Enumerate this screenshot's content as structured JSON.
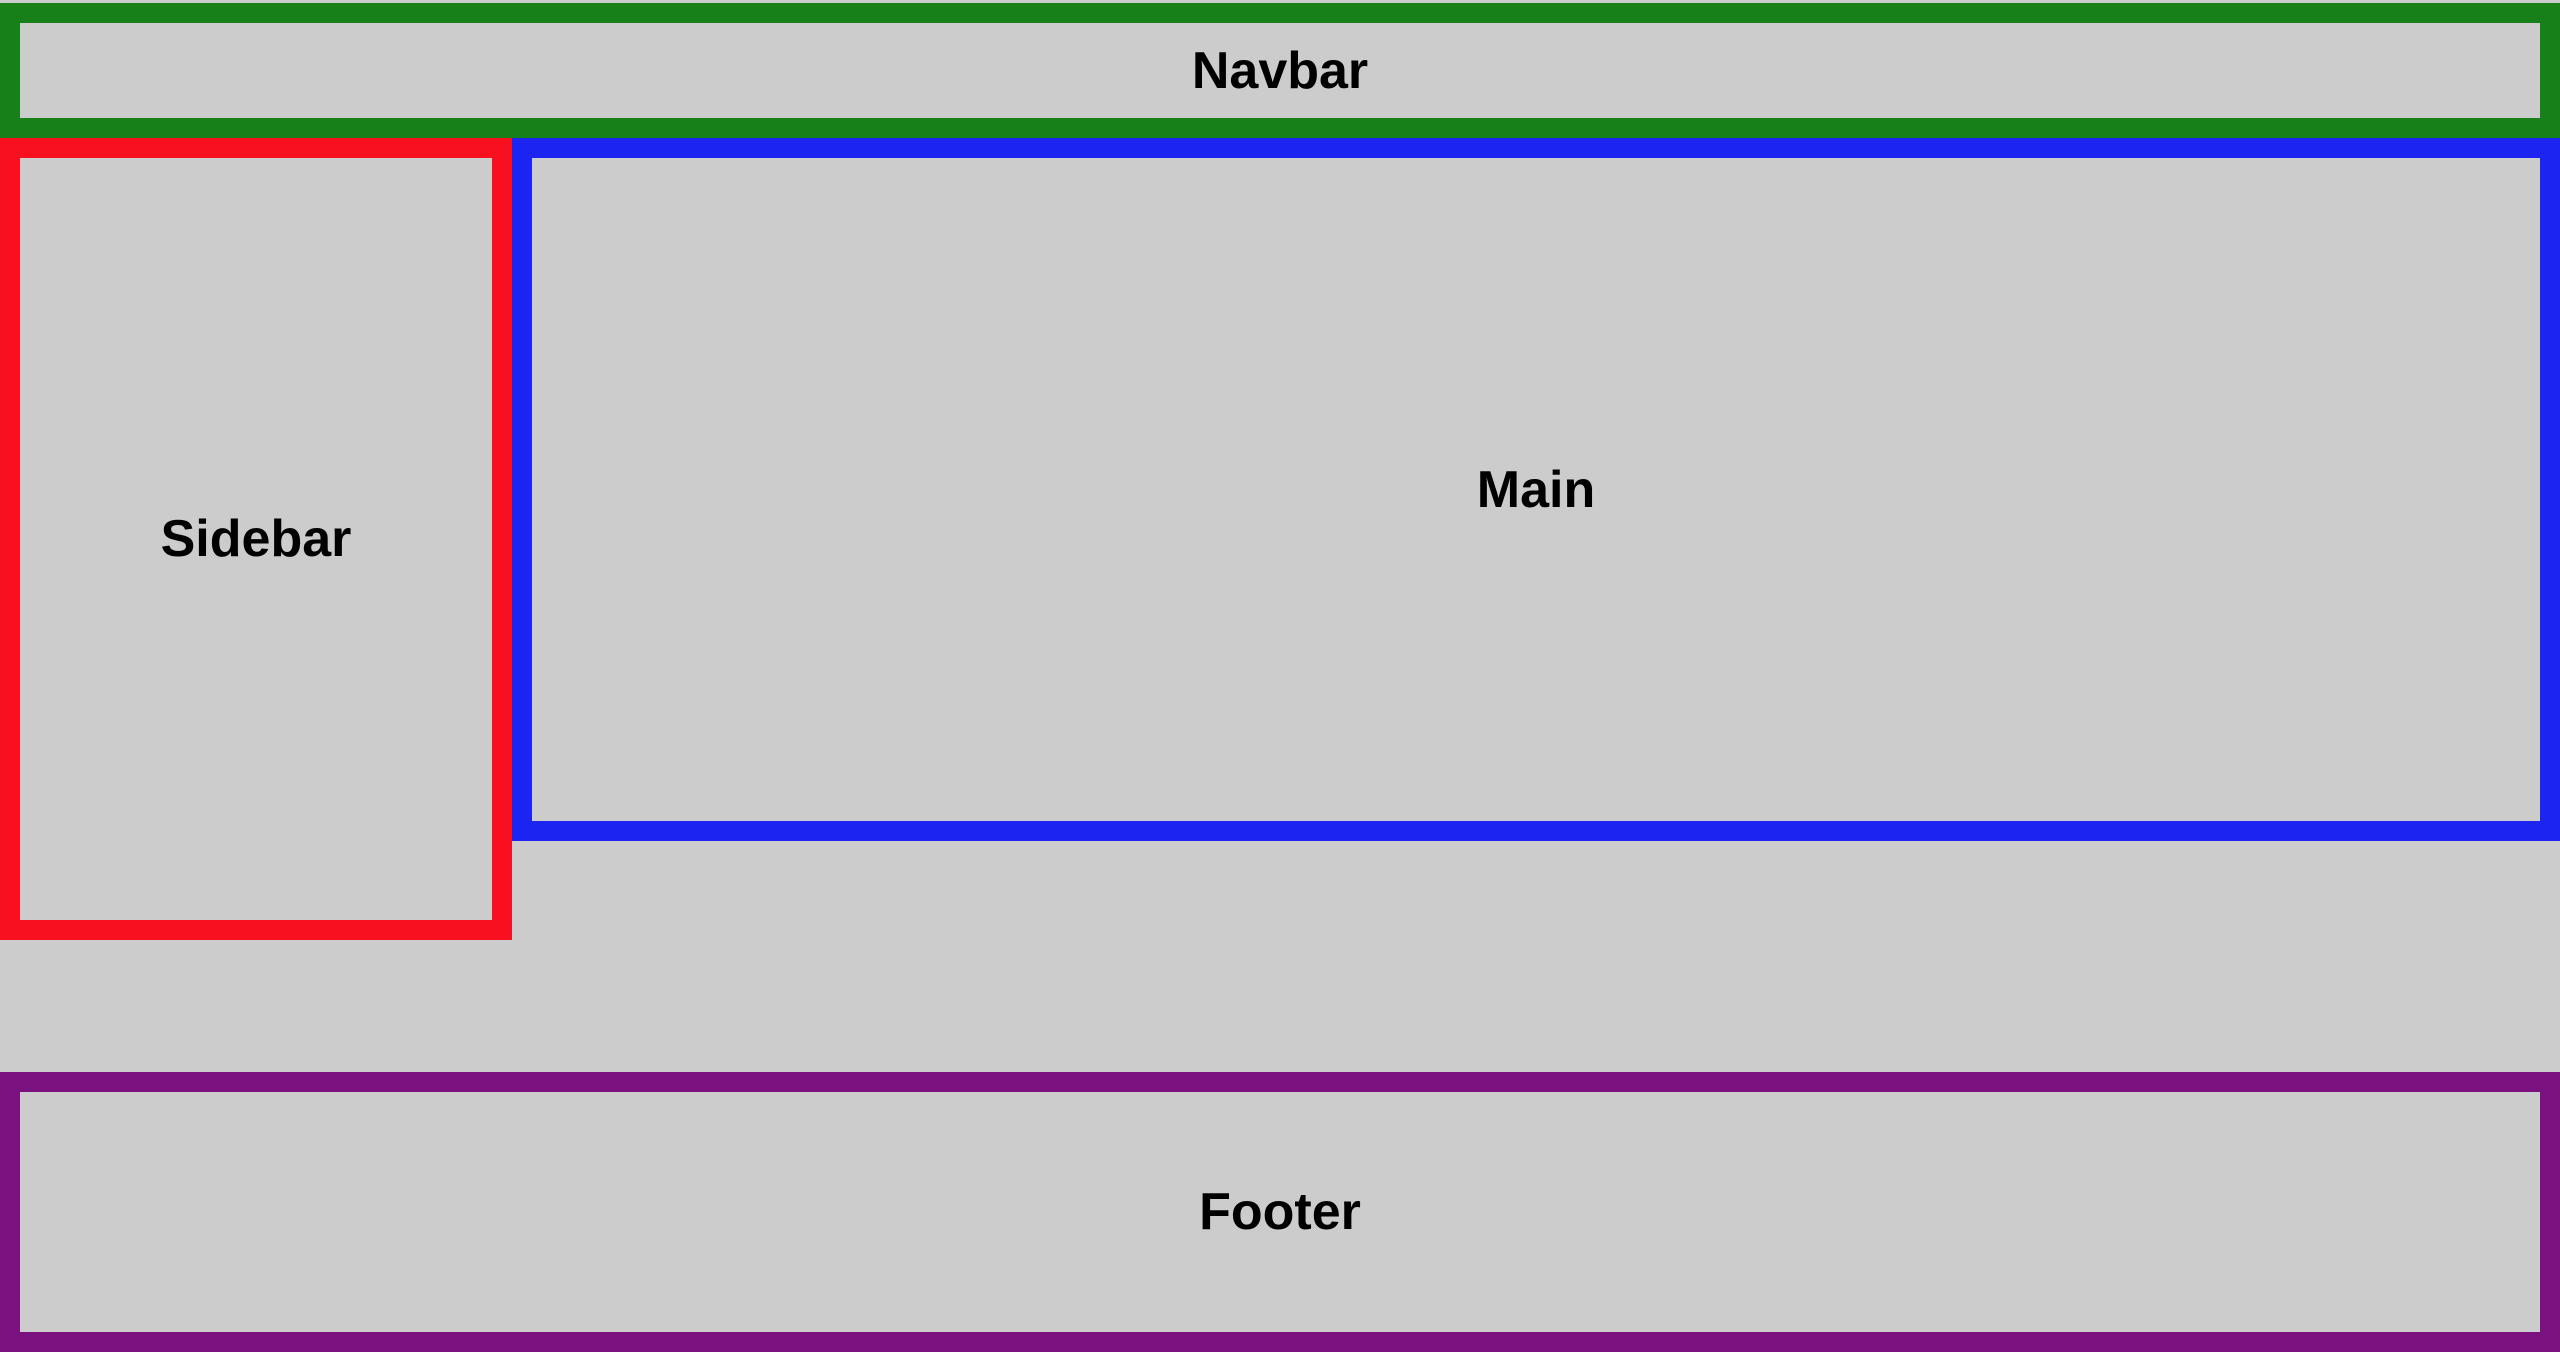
{
  "page": {
    "background_color": "#cccccc",
    "box_background_color": "#cccccc",
    "label_text_color": "#000000"
  },
  "sections": {
    "navbar": {
      "label": "Navbar",
      "border_color": "#178018"
    },
    "sidebar": {
      "label": "Sidebar",
      "border_color": "#f8101e"
    },
    "main": {
      "label": "Main",
      "border_color": "#1b24f0"
    },
    "footer": {
      "label": "Footer",
      "border_color": "#7c1280"
    }
  }
}
